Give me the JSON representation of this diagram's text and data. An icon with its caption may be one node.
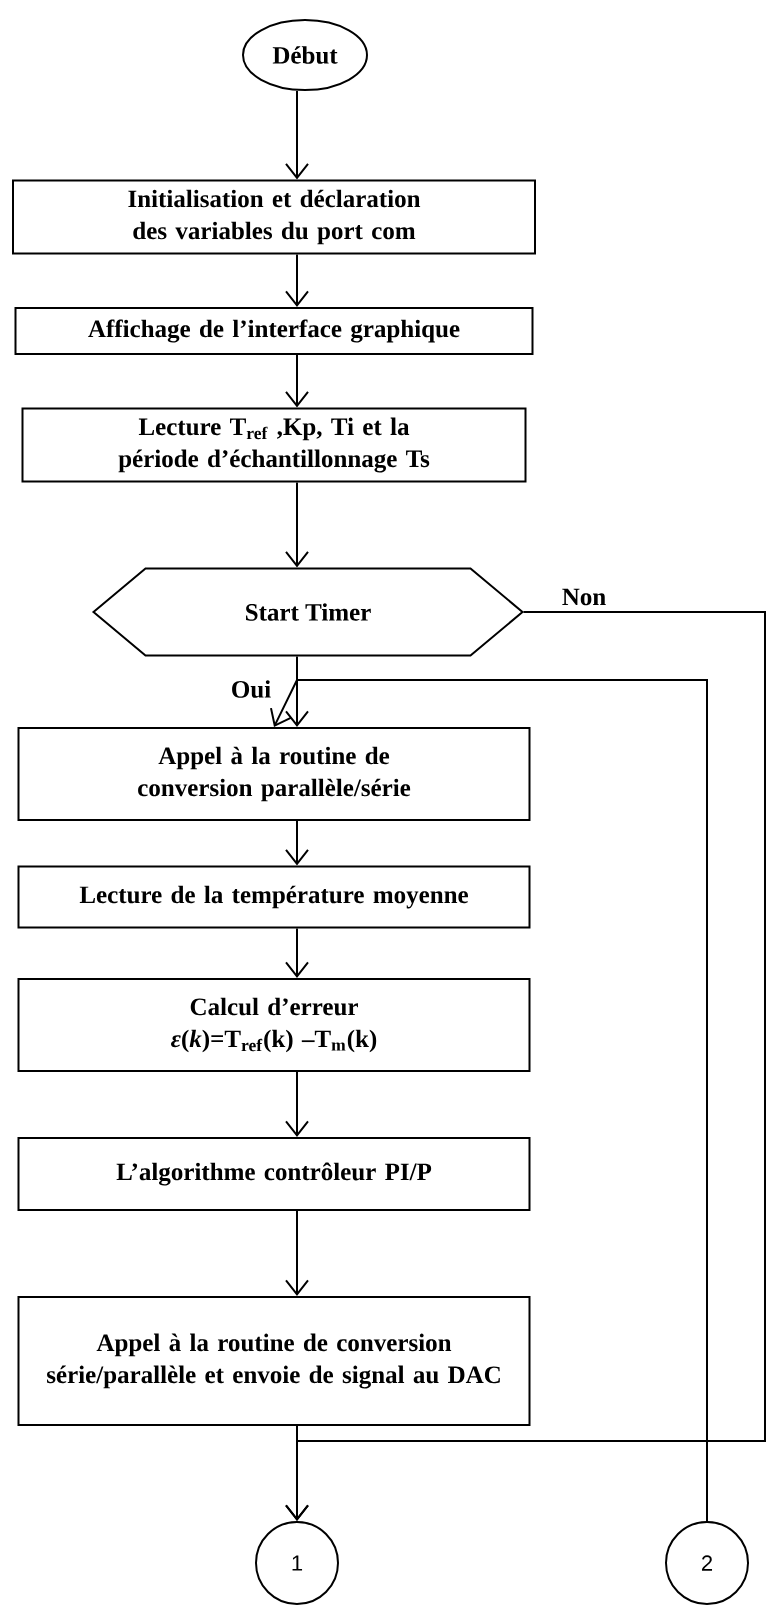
{
  "diagram": {
    "nodes": [
      {
        "text": [
          "Début"
        ]
      },
      {
        "text": [
          "Initialisation et déclaration des variables du port com"
        ]
      },
      {
        "text": [
          "Affichage de l’interface graphique"
        ]
      },
      {
        "text": [
          "Lecture T$_{ref}$ ,Kp, Ti et la période d’échantillonnage Ts"
        ]
      },
      {
        "text": [
          "Start Timer"
        ]
      },
      {
        "text": [
          "Appel à la routine de conversion parallèle/série"
        ]
      },
      {
        "text": [
          "Lecture de la température moyenne"
        ]
      },
      {
        "text": [
          "Calcul d’erreur",
          "*ε*(*k*)=T$_{ref}$(k) –T$_{m}$(k)"
        ]
      },
      {
        "text": [
          "L’algorithme contrôleur PI/P"
        ]
      },
      {
        "text": [
          "Appel à la routine de conversion série/parallèle et envoie de signal au DAC"
        ]
      },
      {
        "text": [
          "1"
        ]
      },
      {
        "text": [
          "2"
        ]
      }
    ],
    "edges": [
      {
        "from": 0,
        "to": 1,
        "arrow": "to"
      },
      {
        "from": 1,
        "to": 2,
        "arrow": "to"
      },
      {
        "from": 2,
        "to": 3,
        "arrow": "to"
      },
      {
        "from": 3,
        "to": 4,
        "arrow": "to"
      },
      {
        "from": 4,
        "to": 5,
        "arrow": "to",
        "label": "Oui"
      },
      {
        "from": 5,
        "to": 6,
        "arrow": "to"
      },
      {
        "from": 6,
        "to": 7,
        "arrow": "to"
      },
      {
        "from": 7,
        "to": 8,
        "arrow": "to"
      },
      {
        "from": 8,
        "to": 9,
        "arrow": "to"
      },
      {
        "from": 9,
        "to": 10,
        "arrow": "to"
      },
      {
        "from": 4,
        "to": 10,
        "arrow": "to",
        "label": "Non"
      },
      {
        "from": 11,
        "to": 5,
        "arrow": "to"
      }
    ]
  }
}
